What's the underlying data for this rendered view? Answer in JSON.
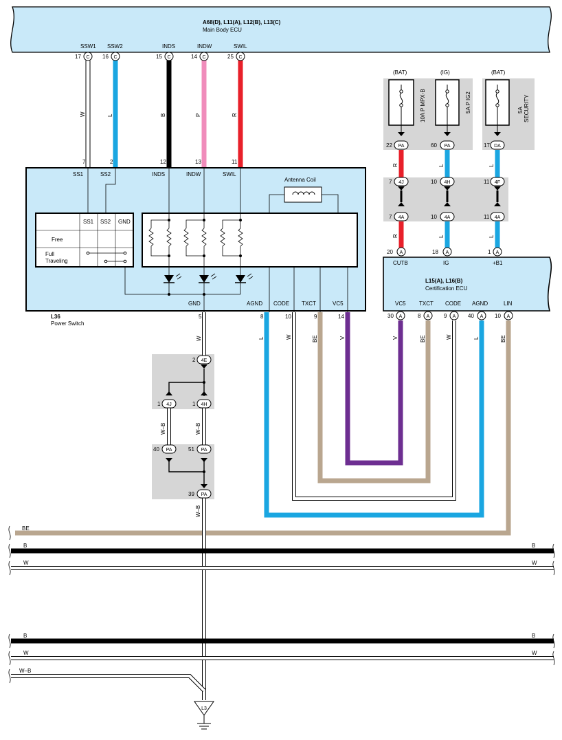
{
  "main_ecu": {
    "code": "A68(D), L11(A), L12(B), L13(C)",
    "name": "Main Body ECU"
  },
  "main_ecu_pins": [
    {
      "label": "SSW1",
      "num": "17",
      "conn": "C"
    },
    {
      "label": "SSW2",
      "num": "16",
      "conn": "C"
    },
    {
      "label": "INDS",
      "num": "15",
      "conn": "C"
    },
    {
      "label": "INDW",
      "num": "14",
      "conn": "C"
    },
    {
      "label": "SWIL",
      "num": "25",
      "conn": "C"
    }
  ],
  "top_wire_colors": [
    "W",
    "L",
    "B",
    "P",
    "R"
  ],
  "switch_top_pins": [
    {
      "num": "7",
      "label": "SS1"
    },
    {
      "num": "2",
      "label": "SS2"
    },
    {
      "num": "12",
      "label": "INDS"
    },
    {
      "num": "13",
      "label": "INDW"
    },
    {
      "num": "11",
      "label": "SWIL"
    }
  ],
  "power_switch": {
    "code": "L36",
    "name": "Power Switch",
    "antenna": "Antenna Coil",
    "table_cols": [
      "SS1",
      "SS2",
      "GND"
    ],
    "table_rows": [
      "Free",
      "Full",
      "Traveling"
    ],
    "bottom_labels": [
      "GND",
      "AGND",
      "CODE",
      "TXCT",
      "VC5"
    ],
    "bottom_pins": [
      "5",
      "8",
      "10",
      "9",
      "14"
    ]
  },
  "fuses": [
    {
      "source": "(BAT)",
      "name": "10A P MPX-B",
      "num": "22",
      "conn": "PA"
    },
    {
      "source": "(IG)",
      "name": "5A P IG2",
      "num": "60",
      "conn": "PA"
    },
    {
      "source": "(BAT)",
      "name": "5A SECURITY",
      "num": "17",
      "conn": "DA"
    }
  ],
  "fuse_wire_colors": [
    "R",
    "L",
    "L"
  ],
  "junction_top": [
    {
      "num": "7",
      "conn": "4J"
    },
    {
      "num": "10",
      "conn": "4H"
    },
    {
      "num": "11",
      "conn": "4F"
    }
  ],
  "junction_bottom": [
    {
      "num": "7",
      "conn": "4A"
    },
    {
      "num": "10",
      "conn": "4A"
    },
    {
      "num": "11",
      "conn": "4A"
    }
  ],
  "cert_ecu": {
    "code": "L15(A), L16(B)",
    "name": "Certification ECU",
    "top_pins": [
      {
        "num": "20",
        "conn": "A",
        "label": "CUTB"
      },
      {
        "num": "18",
        "conn": "A",
        "label": "IG"
      },
      {
        "num": "1",
        "conn": "A",
        "label": "+B1"
      }
    ],
    "bottom_pins": [
      {
        "label": "VC5",
        "num": "30",
        "conn": "A"
      },
      {
        "label": "TXCT",
        "num": "8",
        "conn": "A"
      },
      {
        "label": "CODE",
        "num": "9",
        "conn": "A"
      },
      {
        "label": "AGND",
        "num": "40",
        "conn": "A"
      },
      {
        "label": "LIN",
        "num": "10",
        "conn": "A"
      }
    ]
  },
  "signal_wire_colors_left": [
    "W",
    "L",
    "W",
    "BE",
    "V"
  ],
  "signal_wire_colors_right": [
    "V",
    "BE",
    "W",
    "L",
    "BE"
  ],
  "ground_junction": {
    "top": {
      "num": "2",
      "conn": "4E"
    },
    "mid": [
      {
        "num": "1",
        "conn": "4J"
      },
      {
        "num": "1",
        "conn": "4H"
      }
    ],
    "wire_colors": [
      "W–B",
      "W–B"
    ],
    "pa": [
      {
        "num": "40",
        "conn": "PA"
      },
      {
        "num": "51",
        "conn": "PA"
      }
    ],
    "bottom": {
      "num": "39",
      "conn": "PA"
    },
    "bottom_wire": "W–B"
  },
  "bus_lines_top": [
    {
      "label": "BE",
      "right": ""
    },
    {
      "label": "B",
      "right": "B"
    },
    {
      "label": "W",
      "right": "W"
    }
  ],
  "bus_lines_bottom": [
    {
      "label": "B",
      "right": "B"
    },
    {
      "label": "W",
      "right": "W"
    },
    {
      "label": "W–B",
      "right": ""
    }
  ],
  "ground": {
    "code": "L3"
  },
  "colors": {
    "panel": "#c9e9f9",
    "shade": "#d6d6d6",
    "blue": "#1aa6e1",
    "pink": "#f08cbb",
    "red": "#e8202a",
    "purple": "#6d2e91",
    "beige": "#b9a68f"
  }
}
